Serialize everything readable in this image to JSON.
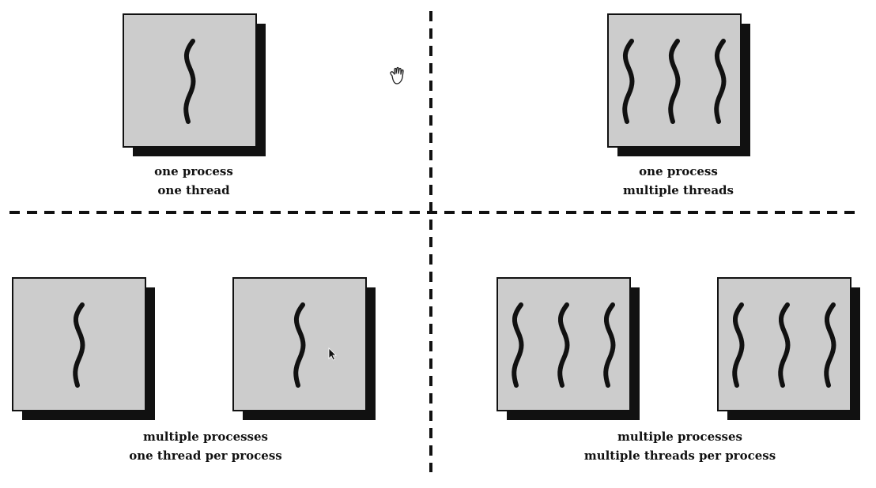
{
  "quadrants": {
    "top_left": {
      "line1": "one process",
      "line2": "one thread",
      "processes": 1,
      "threads_per_process": 1
    },
    "top_right": {
      "line1": "one process",
      "line2": "multiple threads",
      "processes": 1,
      "threads_per_process": 3
    },
    "bottom_left": {
      "line1": "multiple processes",
      "line2": "one thread per process",
      "processes": 2,
      "threads_per_process": 1
    },
    "bottom_right": {
      "line1": "multiple processes",
      "line2": "multiple threads per process",
      "processes": 2,
      "threads_per_process": 3
    }
  },
  "colors": {
    "process_fill": "#cccccc",
    "shadow": "#111111",
    "thread": "#111111",
    "divider": "#111111"
  },
  "icons": {
    "hand_cursor": "hand-cursor-icon",
    "pointer_cursor": "arrow-pointer-icon"
  }
}
